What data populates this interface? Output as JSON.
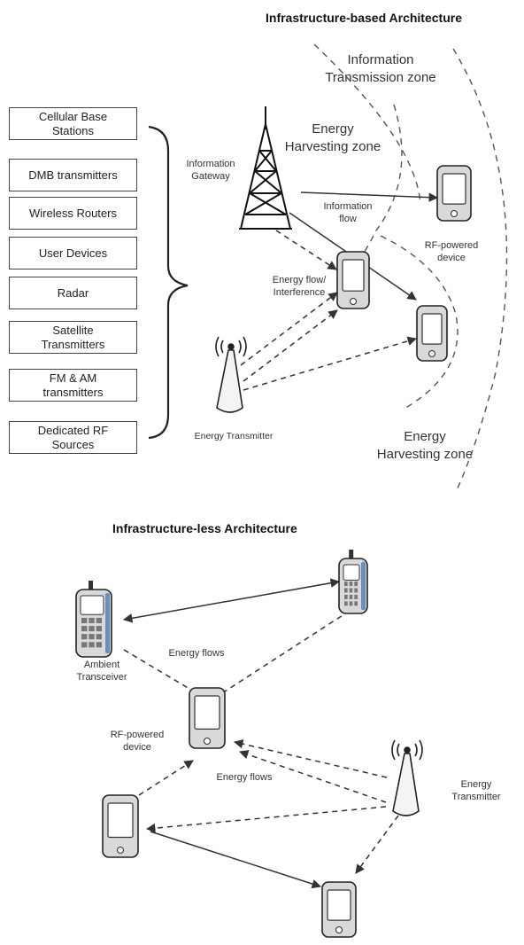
{
  "infra": {
    "title": "Infrastructure-based Architecture",
    "sources": [
      "Cellular Base\nStations",
      "DMB transmitters",
      "Wireless Routers",
      "User Devices",
      "Radar",
      "Satellite\nTransmitters",
      "FM & AM\ntransmitters",
      "Dedicated RF\nSources"
    ],
    "zone_info": "Information\nTransmission zone",
    "zone_energy_top": "Energy\nHarvesting zone",
    "zone_energy_bottom": "Energy\nHarvesting zone",
    "gateway_label": "Information\nGateway",
    "info_flow_label": "Information\nflow",
    "rf_device_label": "RF-powered\ndevice",
    "energy_flow_label": "Energy flow/\nInterference",
    "energy_tx_label": "Energy Transmitter"
  },
  "infraless": {
    "title": "Infrastructure-less Architecture",
    "ambient_label": "Ambient\nTransceiver",
    "energy_flows_top": "Energy flows",
    "rf_device_label": "RF-powered\ndevice",
    "energy_flows_bottom": "Energy flows",
    "energy_tx_label": "Energy\nTransmitter"
  },
  "colors": {
    "line": "#333333",
    "phone_body": "#d9d9d9",
    "phone_accent": "#6a8fb8"
  }
}
